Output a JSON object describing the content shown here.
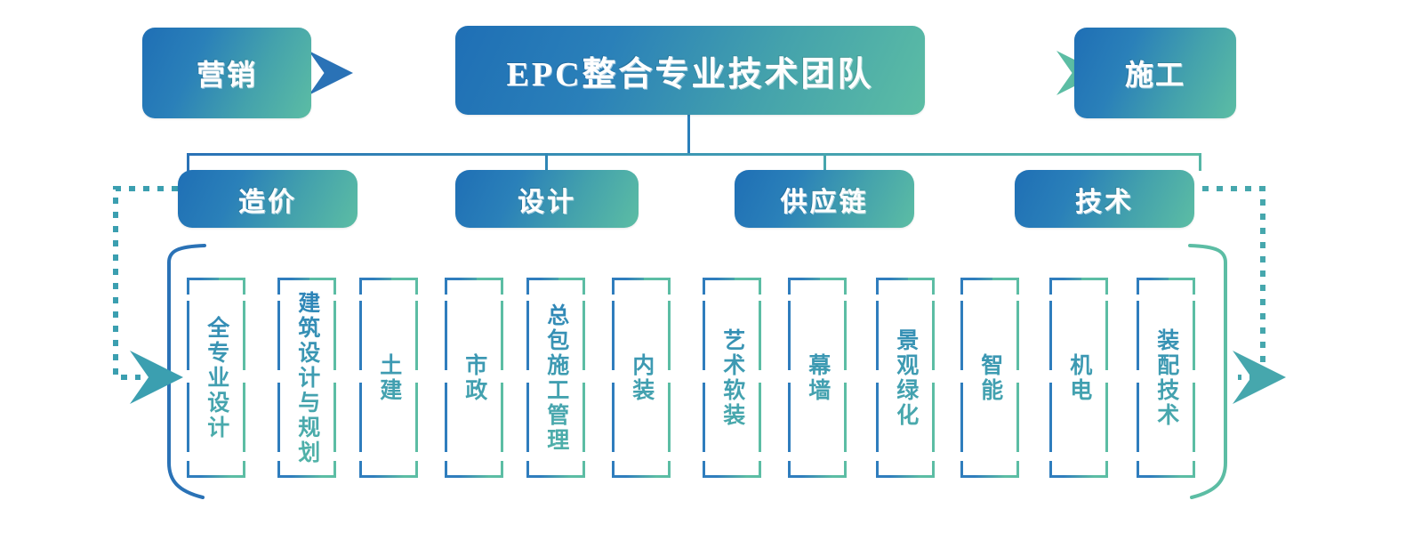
{
  "diagram": {
    "title": "EPC整合专业技术团队",
    "type": "organization-chart",
    "colors": {
      "gradient_start": "#1f6fb5",
      "gradient_end": "#5cbda4",
      "blue": "#2a7fba",
      "green": "#5cbda4",
      "text_on_node": "#ffffff",
      "background": "#ffffff"
    },
    "root": {
      "label": "EPC整合专业技术团队"
    },
    "side_nodes": [
      {
        "label": "营销",
        "side": "left",
        "arrow": "dashed-arrow-left"
      },
      {
        "label": "施工",
        "side": "right",
        "arrow": "dashed-arrow-right"
      }
    ],
    "branches": [
      {
        "label": "造价"
      },
      {
        "label": "设计"
      },
      {
        "label": "供应链"
      },
      {
        "label": "技术"
      }
    ],
    "leaves": [
      {
        "label": "全专业设计"
      },
      {
        "label": "建筑设计与规划"
      },
      {
        "label": "土建"
      },
      {
        "label": "市政"
      },
      {
        "label": "总包施工管理"
      },
      {
        "label": "内装"
      },
      {
        "label": "艺术软装"
      },
      {
        "label": "幕墙"
      },
      {
        "label": "景观绿化"
      },
      {
        "label": "智能"
      },
      {
        "label": "机电"
      },
      {
        "label": "装配技术"
      }
    ],
    "feedback_loops": [
      {
        "from": "造价",
        "to": "leaf-group",
        "style": "dotted",
        "color": "#2f8fb5",
        "direction": "right"
      },
      {
        "from": "技术",
        "to": "leaf-group",
        "style": "dotted",
        "color": "#5cbda4",
        "direction": "left"
      }
    ]
  }
}
